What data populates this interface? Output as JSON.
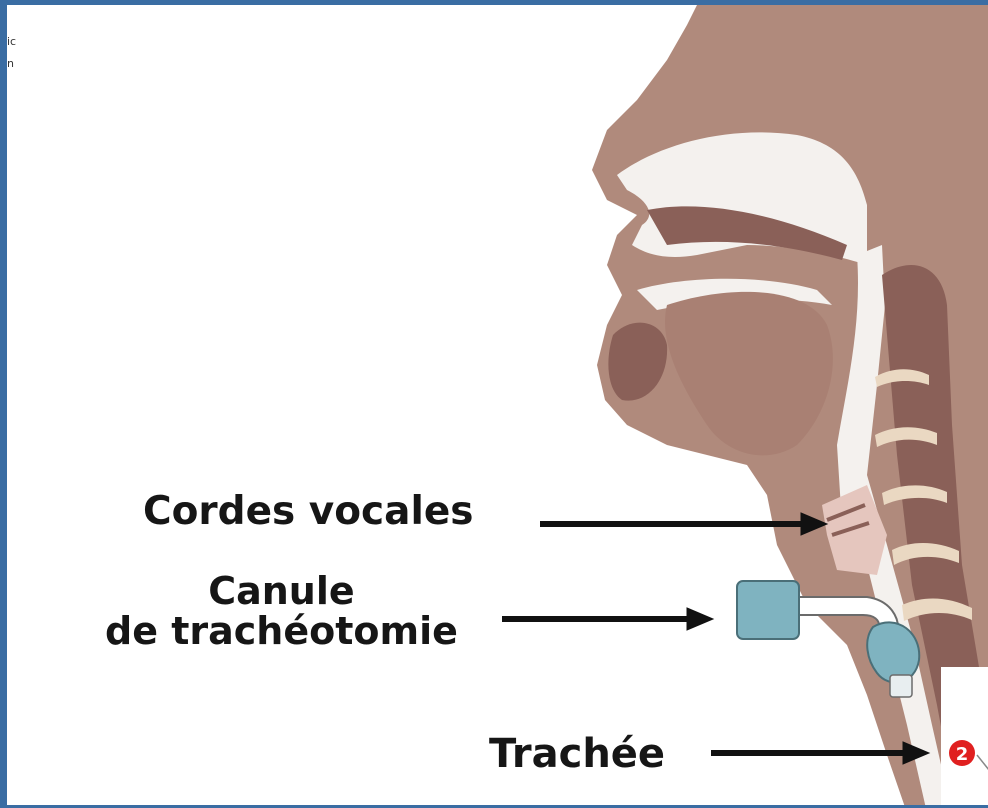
{
  "edge_text": [
    "ic",
    "n"
  ],
  "labels": {
    "cordes_vocales": "Cordes vocales",
    "canule_line1": "Canule",
    "canule_line2": "de trachéotomie",
    "trachee": "Trachée"
  },
  "badge": "2",
  "colors": {
    "frame": "#3a6da3",
    "skin": "#b08a7c",
    "dark_tissue": "#8a6058",
    "vertebra": "#ead8c2",
    "airway": "#f4f1ee",
    "cannula": "#7fb3c0",
    "arrow": "#111111",
    "badge": "#e02020"
  }
}
